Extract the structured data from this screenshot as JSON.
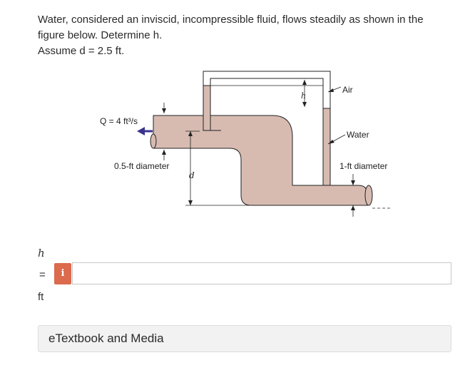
{
  "problem": {
    "line1": "Water, considered an inviscid, incompressible fluid, flows steadily as shown in the",
    "line2": "figure below. Determine h.",
    "line3": "Assume d = 2.5 ft."
  },
  "figure": {
    "flow_label": "Q = 4 ft³/s",
    "small_diameter_label": "0.5-ft diameter",
    "large_diameter_label": "1-ft diameter",
    "air_label": "Air",
    "water_label": "Water",
    "h_label": "h",
    "d_label": "d",
    "colors": {
      "water": "#d7bbb1",
      "arrow": "#3a3390",
      "outline": "#222222"
    }
  },
  "answer": {
    "var_label": "h",
    "equals_label": "=",
    "unit_label": "ft",
    "hint_icon": "i",
    "input_value": ""
  },
  "etextbook": {
    "label": "eTextbook and Media"
  }
}
